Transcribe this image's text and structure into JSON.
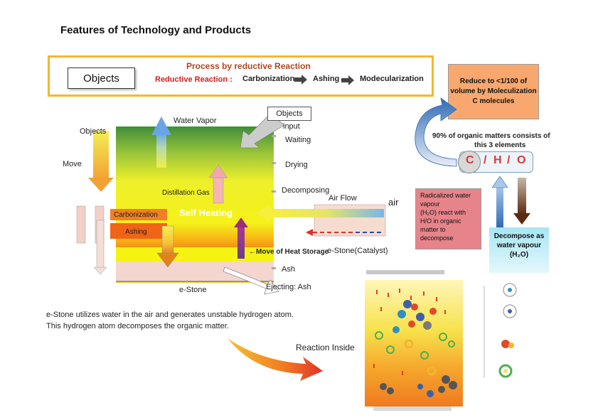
{
  "page": {
    "title": "Features of Technology and Products"
  },
  "process": {
    "title": "Process by reductive Reaction",
    "objects_label": "Objects",
    "reductive_label": "Reductive Reaction :",
    "steps": [
      "Carbonization",
      "Ashing",
      "Modecularization"
    ]
  },
  "diagram": {
    "objects_side": "Objects",
    "move": "Move",
    "water_vapor": "Water Vapor",
    "objects_input_line1": "Objects",
    "objects_input_line2": "input",
    "waiting": "Waiting",
    "drying": "Drying",
    "decomposing": "Decomposing",
    "distillation_gas": "Distillation Gas",
    "air_flow": "Air Flow",
    "air": "air",
    "carbonization": "Carbonization",
    "self_heating": "Self Heating",
    "ashing": "Ashing",
    "move_heat_storage": "←Move of Heat Storage",
    "estone_catalyst": "e-Stone(Catalyst)",
    "ash": "Ash",
    "estone": "e-Stone",
    "ejecting": "Ejecting: Ash"
  },
  "description": {
    "line1": "e-Stone utilizes water in the air and generates unstable hydrogen atom.",
    "line2": "This hydrogen atom decomposes the organic matter."
  },
  "reaction_inside": "Reaction Inside",
  "right_panel": {
    "reduce_text": "Reduce to <1/100 of volume by Moleculization C molecules",
    "organic_line1": "90% of organic matters consists of",
    "organic_line2": "this 3 elements",
    "c": "C",
    "h": "H",
    "o": "O",
    "slash": "/",
    "radicalized_line1": "Radicalized water vapour",
    "radicalized_line2": "(H₂O) react with H/O in organic matter to decompose",
    "decompose_line1": "Decompose as water vapour",
    "decompose_line2": "(H₂O)"
  },
  "colors": {
    "accent_orange": "#f2b830",
    "process_title": "#b1461d",
    "reductive_red": "#d12020",
    "reduce_box": "#f8a86e",
    "radical_box": "#e6848a",
    "decompose_box": "#a7e6f4",
    "self_heating": "#f57f17"
  }
}
